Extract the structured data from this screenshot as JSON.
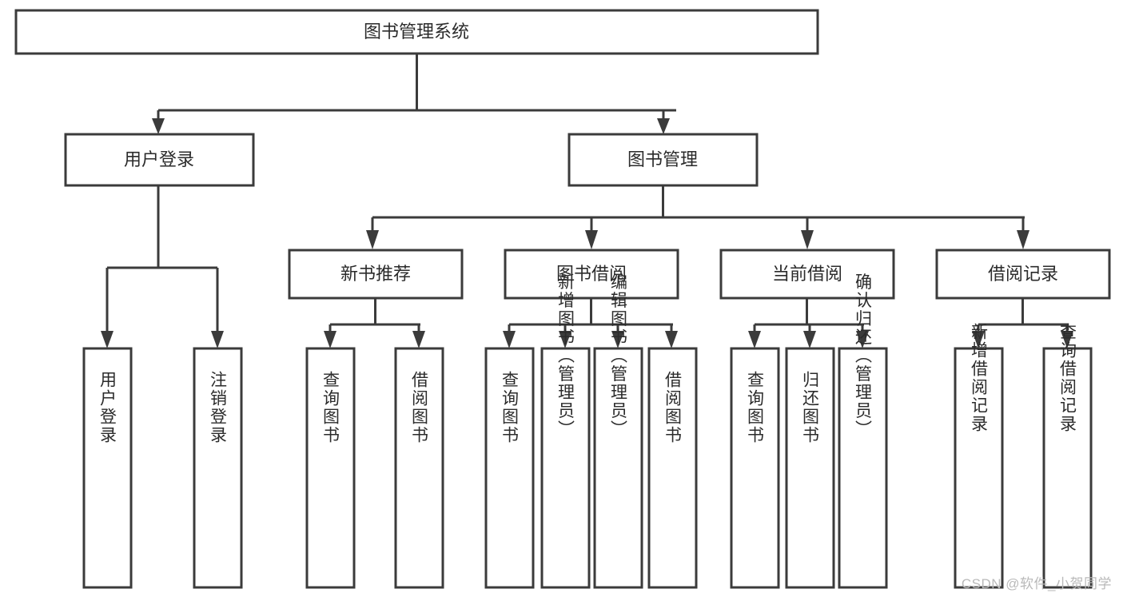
{
  "diagram": {
    "title": "图书管理系统",
    "watermark": "CSDN @软件_小贺同学",
    "colors": {
      "stroke": "#3b3b3b",
      "fill": "#ffffff",
      "text": "#2b2b2b",
      "watermark": "#b9b9b9"
    },
    "root": {
      "label": "图书管理系统"
    },
    "level2": [
      {
        "label": "用户登录"
      },
      {
        "label": "图书管理"
      }
    ],
    "level3": [
      {
        "label": "新书推荐"
      },
      {
        "label": "图书借阅"
      },
      {
        "label": "当前借阅"
      },
      {
        "label": "借阅记录"
      }
    ],
    "leaves": {
      "user_login": [
        {
          "label": "用户登录"
        },
        {
          "label": "注销登录"
        }
      ],
      "new_book": [
        {
          "label": "查询图书"
        },
        {
          "label": "借阅图书"
        }
      ],
      "book_borrow": [
        {
          "label": "查询图书"
        },
        {
          "label": "新增图书（管理员）"
        },
        {
          "label": "编辑图书（管理员）"
        },
        {
          "label": "借阅图书"
        }
      ],
      "current_borrow": [
        {
          "label": "查询图书"
        },
        {
          "label": "归还图书"
        },
        {
          "label": "确认归还（管理员）"
        }
      ],
      "borrow_record": [
        {
          "label": "新增借阅记录"
        },
        {
          "label": "查询借阅记录"
        }
      ]
    }
  }
}
